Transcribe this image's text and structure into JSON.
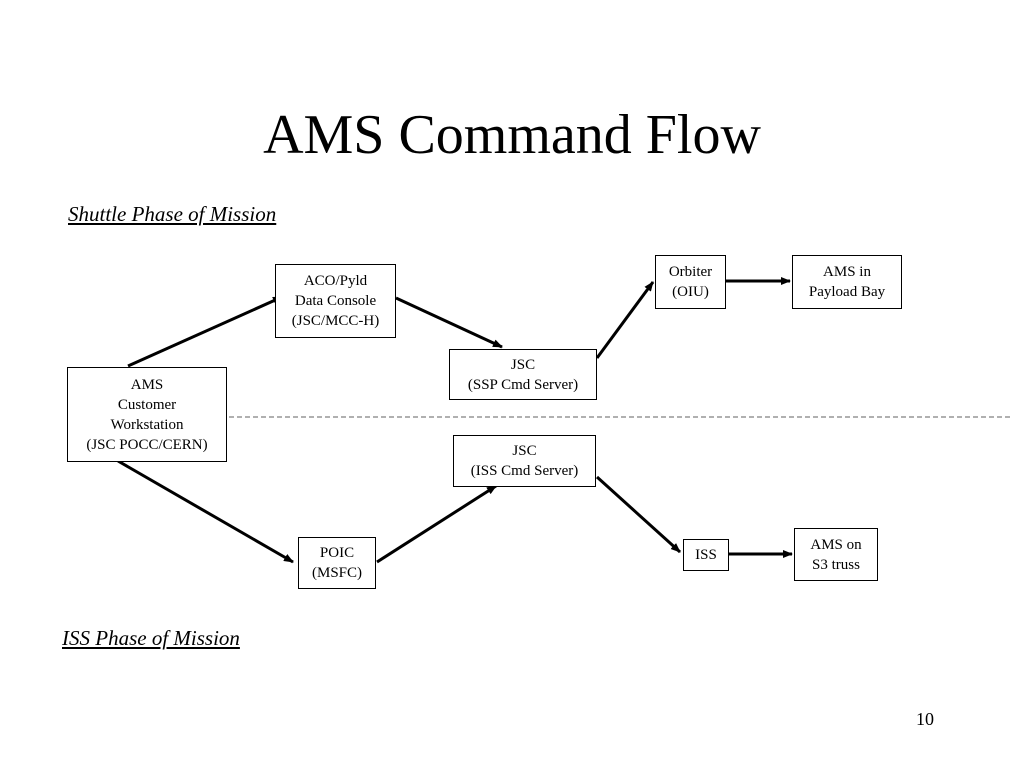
{
  "slide": {
    "title": "AMS Command Flow",
    "page_number": "10"
  },
  "sections": {
    "shuttle_phase": "Shuttle Phase of Mission",
    "iss_phase": "ISS Phase of Mission"
  },
  "nodes": {
    "ams_workstation": [
      "AMS",
      "Customer",
      "Workstation",
      "(JSC POCC/CERN)"
    ],
    "aco_console": [
      "ACO/Pyld",
      "Data Console",
      "(JSC/MCC-H)"
    ],
    "jsc_ssp": [
      "JSC",
      "(SSP Cmd Server)"
    ],
    "orbiter": [
      "Orbiter",
      "(OIU)"
    ],
    "ams_payload_bay": [
      "AMS in",
      "Payload Bay"
    ],
    "jsc_iss": [
      "JSC",
      "(ISS Cmd Server)"
    ],
    "poic": [
      "POIC",
      "(MSFC)"
    ],
    "iss": [
      "ISS"
    ],
    "ams_s3_truss": [
      "AMS on",
      "S3 truss"
    ]
  },
  "edges": [
    {
      "from": "AMS Customer Workstation",
      "to": "ACO/Pyld Data Console"
    },
    {
      "from": "ACO/Pyld Data Console",
      "to": "JSC (SSP Cmd Server)"
    },
    {
      "from": "JSC (SSP Cmd Server)",
      "to": "Orbiter (OIU)"
    },
    {
      "from": "Orbiter (OIU)",
      "to": "AMS in Payload Bay"
    },
    {
      "from": "AMS Customer Workstation",
      "to": "POIC (MSFC)"
    },
    {
      "from": "POIC (MSFC)",
      "to": "JSC (ISS Cmd Server)"
    },
    {
      "from": "JSC (ISS Cmd Server)",
      "to": "ISS"
    },
    {
      "from": "ISS",
      "to": "AMS on S3 truss"
    }
  ],
  "divider": {
    "style": "dashed",
    "color": "#808080"
  },
  "colors": {
    "line": "#000000",
    "background": "#ffffff"
  }
}
